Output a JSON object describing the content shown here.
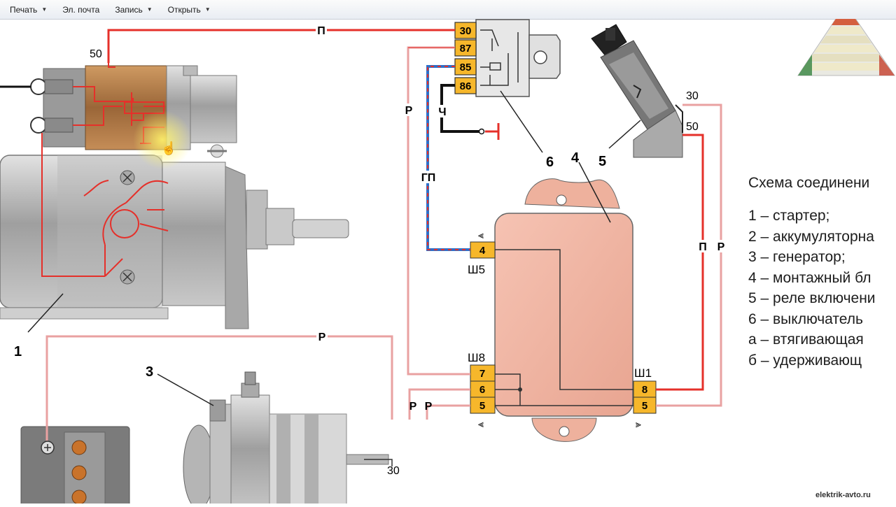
{
  "toolbar": {
    "buttons": [
      {
        "label": "Печать",
        "icon": "chevron-down-icon"
      },
      {
        "label": "Эл. почта",
        "icon": "none"
      },
      {
        "label": "Запись",
        "icon": "chevron-down-icon"
      },
      {
        "label": "Открыть",
        "icon": "chevron-down-icon"
      }
    ]
  },
  "diagram": {
    "wire_labels": {
      "p_top": "П",
      "r_left": "Р",
      "ch": "Ч",
      "gp": "ГП",
      "p_right": "П",
      "r_right": "Р",
      "r_bottom": "Р",
      "r_low_1": "Р",
      "r_low_2": "Р"
    },
    "terminal_labels": {
      "t50_starter": "50",
      "t30_switch": "30",
      "t50_switch": "50",
      "t30_gen": "30"
    },
    "relay_pins": {
      "p30": "30",
      "p87": "87",
      "p85": "85",
      "p86": "86"
    },
    "block_pins": {
      "sh5_4": "4",
      "sh8_7": "7",
      "sh8_6": "6",
      "sh8_5": "5",
      "sh1_8": "8",
      "sh1_5": "5"
    },
    "connector_names": {
      "sh5": "Ш5",
      "sh8": "Ш8",
      "sh1": "Ш1"
    },
    "callouts": {
      "c1": "1",
      "c3": "3",
      "c4": "4",
      "c5": "5",
      "c6": "6"
    }
  },
  "legend": {
    "title": "Схема соединени",
    "items": [
      "1 – стартер;",
      "2 – аккумуляторна",
      "3 – генератор;",
      "4 – монтажный бл",
      "5 – реле включени",
      "6 – выключатель",
      "а – втягивающая",
      "б – удерживающ"
    ]
  },
  "watermark": "elektrik-avto.ru",
  "colors": {
    "wire_red": "#e5302a",
    "wire_pink": "#e9a1a1",
    "wire_blue": "#2e6fc8",
    "pin_yellow": "#f6b72b",
    "block_body": "#f2b7a6"
  }
}
